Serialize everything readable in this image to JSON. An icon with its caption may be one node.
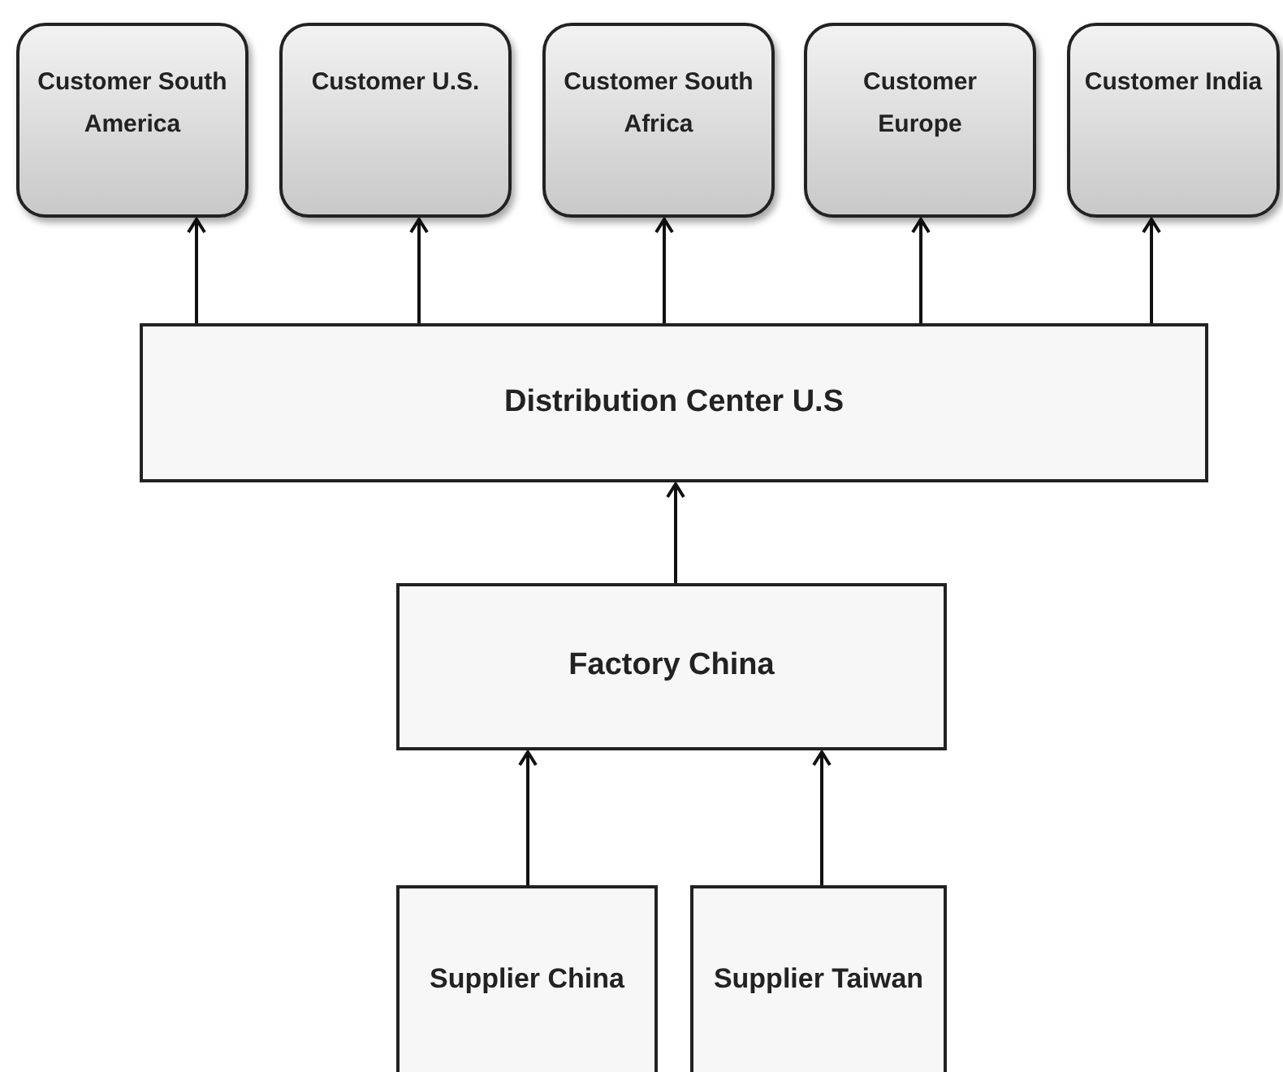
{
  "diagram": {
    "nodes": [
      {
        "text": [
          "Customer South America"
        ]
      },
      {
        "text": [
          "Customer U.S."
        ]
      },
      {
        "text": [
          "Customer South Africa"
        ]
      },
      {
        "text": [
          "Customer Europe"
        ]
      },
      {
        "text": [
          "Customer India"
        ]
      },
      {
        "text": [
          "Distribution Center U.S"
        ]
      },
      {
        "text": [
          "Factory China"
        ]
      },
      {
        "text": [
          "Supplier China"
        ]
      },
      {
        "text": [
          "Supplier Taiwan"
        ]
      }
    ],
    "edges": [
      {
        "from": 5,
        "to": 0,
        "arrow": "to"
      },
      {
        "from": 5,
        "to": 1,
        "arrow": "to"
      },
      {
        "from": 5,
        "to": 2,
        "arrow": "to"
      },
      {
        "from": 5,
        "to": 3,
        "arrow": "to"
      },
      {
        "from": 5,
        "to": 4,
        "arrow": "to"
      },
      {
        "from": 6,
        "to": 5,
        "arrow": "to"
      },
      {
        "from": 7,
        "to": 6,
        "arrow": "to"
      },
      {
        "from": 8,
        "to": 6,
        "arrow": "to"
      }
    ]
  }
}
